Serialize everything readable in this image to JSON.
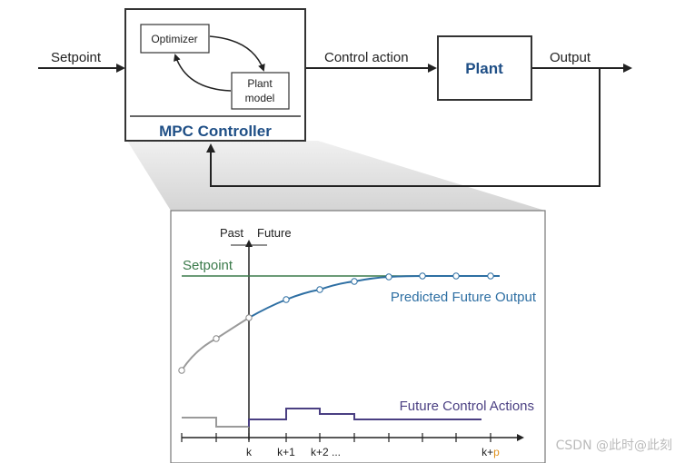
{
  "top": {
    "setpoint_label": "Setpoint",
    "control_action_label": "Control action",
    "output_label": "Output",
    "plant_label": "Plant",
    "controller_title": "MPC Controller",
    "optimizer_label": "Optimizer",
    "plant_model_line1": "Plant",
    "plant_model_line2": "model"
  },
  "inset": {
    "past_label": "Past",
    "future_label": "Future",
    "setpoint_label": "Setpoint",
    "predicted_label": "Predicted Future Output",
    "actions_label": "Future Control Actions",
    "ticks": [
      "k",
      "k+1",
      "k+2 ...",
      "k+"
    ],
    "tick_p": "p"
  },
  "watermark": "CSDN @此时@此刻",
  "colors": {
    "accent_blue": "#1f4f86",
    "curve_blue": "#2e6fa3",
    "setpoint_green": "#3a7a4a",
    "actions_purple": "#4a3f82",
    "past_gray": "#9a9a9a",
    "highlight_orange": "#e0901a"
  }
}
